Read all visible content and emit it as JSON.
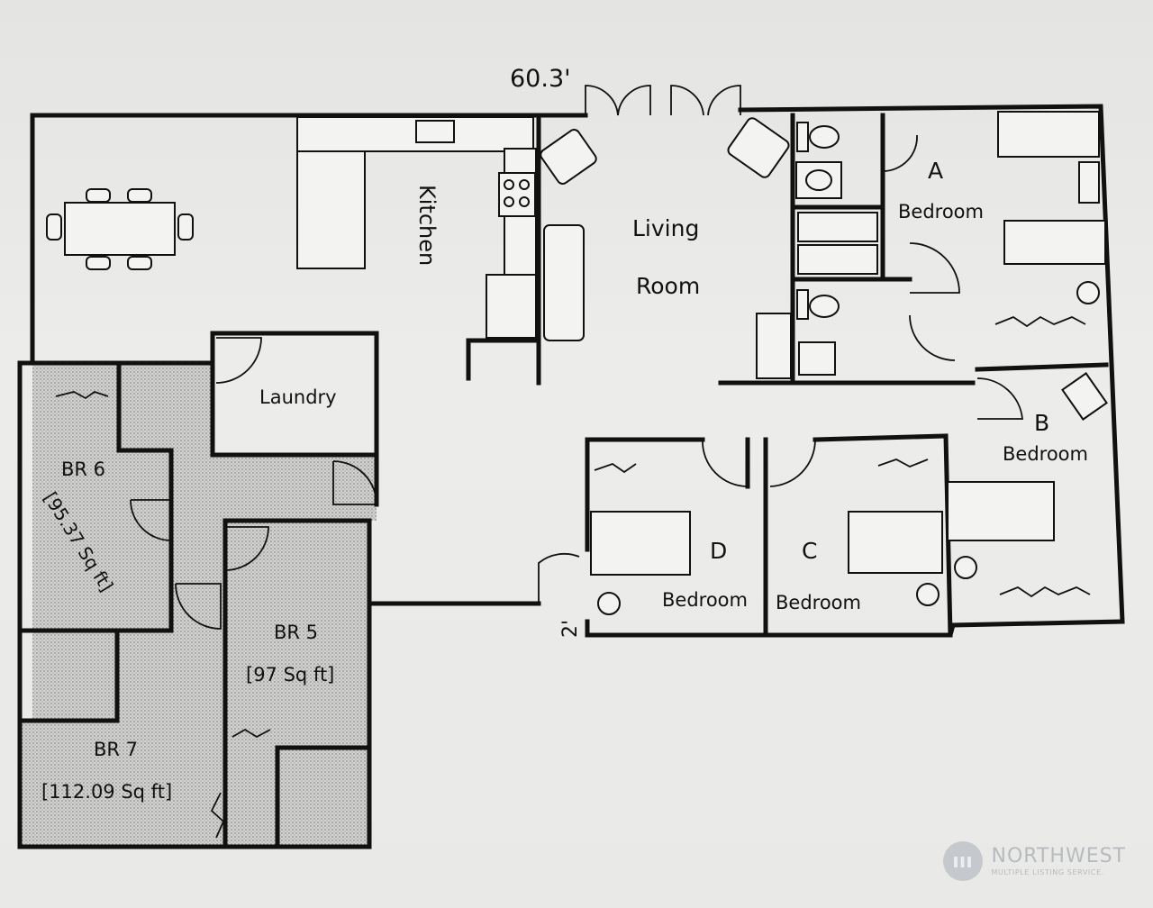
{
  "dimensions": {
    "width_label": "60.3'",
    "step_label": "2'"
  },
  "rooms": {
    "kitchen": "Kitchen",
    "living_line1": "Living",
    "living_line2": "Room",
    "laundry": "Laundry",
    "bedroom_a_letter": "A",
    "bedroom_a_label": "Bedroom",
    "bedroom_b_letter": "B",
    "bedroom_b_label": "Bedroom",
    "bedroom_c_letter": "C",
    "bedroom_c_label": "Bedroom",
    "bedroom_d_letter": "D",
    "bedroom_d_label": "Bedroom",
    "br6_name": "BR 6",
    "br6_area": "[95.37 Sq ft]",
    "br5_name": "BR 5",
    "br5_area": "[97 Sq ft]",
    "br7_name": "BR 7",
    "br7_area": "[112.09 Sq ft]"
  },
  "watermark": {
    "brand": "NORTHWEST",
    "tagline": "MULTIPLE LISTING SERVICE."
  },
  "colors": {
    "wall": "#111111",
    "paper": "#e9e9e7",
    "shade": "#b9b9b7"
  }
}
